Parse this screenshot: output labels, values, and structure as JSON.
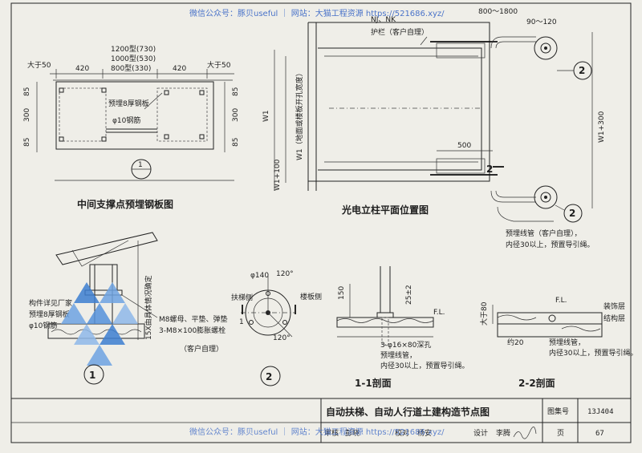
{
  "watermark": {
    "top": "微信公众号：豚贝useful ｜ 网站：大猫工程资源 https://521686.xyz/",
    "bottom": "微信公众号：豚贝useful ｜ 网站：大猫工程资源 https://521686.xyz/"
  },
  "plate_view": {
    "title": "中间支撑点预埋钢板图",
    "sizes": [
      "1200型(730)",
      "1000型(530)",
      "800型(330)"
    ],
    "dim_gt50_left": "大于50",
    "dim_gt50_right": "大于50",
    "dim_420_left": "420",
    "dim_420_right": "420",
    "dim_85_top": "85",
    "dim_300": "300",
    "dim_85_bottom": "85",
    "dim_85_top_r": "85",
    "dim_300_r": "300",
    "dim_85_bottom_r": "85",
    "plate_label": "预埋8厚钢板",
    "rebar_label": "φ10钢筋",
    "section_mark": "1"
  },
  "plan_view": {
    "title": "光电立柱平面位置图",
    "nj_nk": "NJ、NK",
    "dim_800_1800": "800～1800",
    "dim_90_120": "90～120",
    "railing": "护栏（客户自理）",
    "dim_w1_side": "W1（地面或楼板开孔宽度）",
    "dim_w1": "W1",
    "dim_w1_100": "W1+100",
    "dim_w1_300": "W1+300",
    "dim_500": "500",
    "cut_mark": "2",
    "detail_mark_top": "2",
    "detail_mark_bottom": "2",
    "detail_sub": "—",
    "conduit_label": "预埋线管（客户自理），",
    "conduit_note": "内径30以上，预置导引绳。"
  },
  "detail1": {
    "mark": "1",
    "parts": "构件详见厂家",
    "plate": "预埋8厚钢板",
    "rebar": "φ10钢筋",
    "height_note": "15X由具体情况确定",
    "fasteners_1": "M8螺母、平垫、弹垫",
    "fasteners_2": "3-M8×100膨胀螺栓",
    "fasteners_3": "（客户自理）"
  },
  "detail2": {
    "mark": "2",
    "dia": "φ140",
    "angle_top": "120°",
    "angle_bottom": "120°",
    "escalator_side": "扶梯侧",
    "floor_side": "楼板侧",
    "sec_mark": "1"
  },
  "sec11": {
    "title": "1-1剖面",
    "dim_150": "150",
    "dim_25": "25±2",
    "fl": "F.L.",
    "holes": "3-φ16×80深孔",
    "conduit": "预埋线管，",
    "conduit_note": "内径30以上，预置导引绳。"
  },
  "sec22": {
    "title": "2-2剖面",
    "fl": "F.L.",
    "gt80": "大于80",
    "decor": "装饰层",
    "struct": "结构层",
    "dim_20": "约20",
    "conduit": "预埋线管，",
    "conduit_note": "内径30以上，预置导引绳。"
  },
  "title_block": {
    "drawing_title": "自动扶梯、自动人行道土建构造节点图",
    "atlas_label": "图集号",
    "atlas_no": "13J404",
    "review": "审核",
    "reviewer": "彭晓",
    "check": "校对",
    "checker": "杨安",
    "design": "设计",
    "designer": "李腾",
    "page_label": "页",
    "page_no": "67"
  },
  "colors": {
    "line": "#1e1e1e",
    "paper": "#efeee8",
    "watermark": "#4a73c9",
    "logo": "#3d7fd1"
  }
}
